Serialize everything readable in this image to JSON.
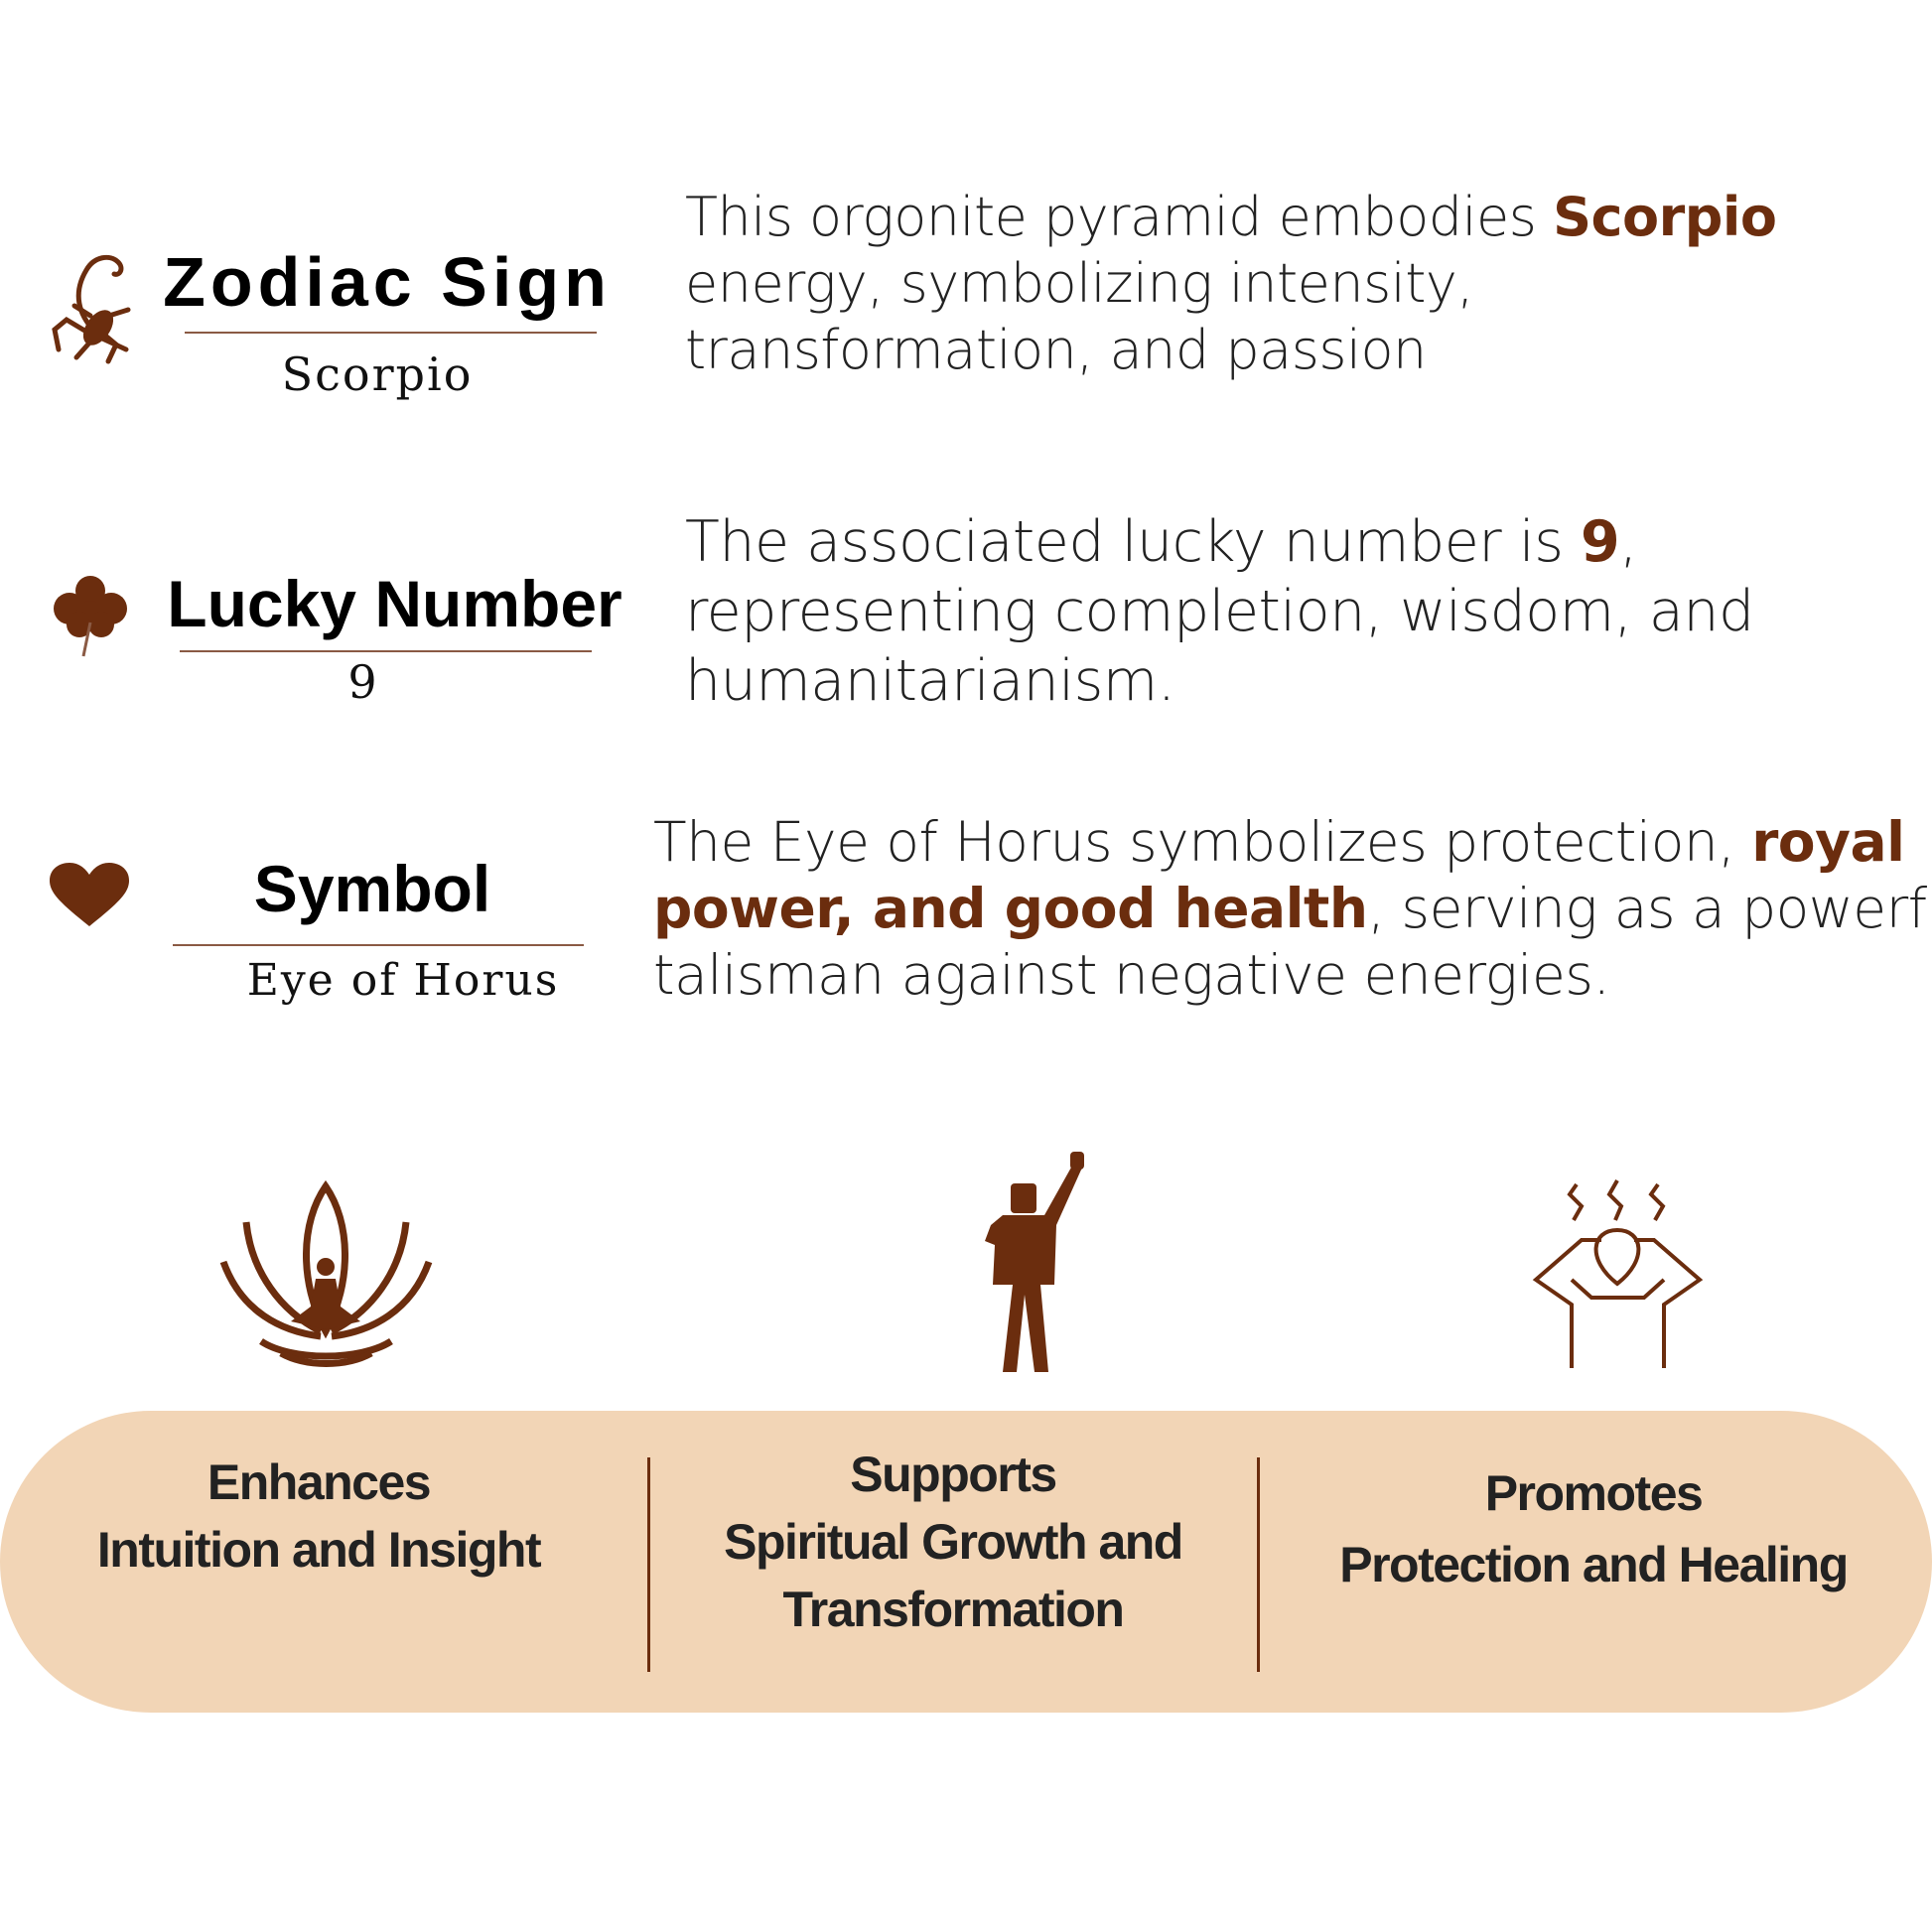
{
  "accent_color": "#6b2d0e",
  "pill_color": "#f2d5b6",
  "attributes": [
    {
      "icon": "scorpion-icon",
      "title": "Zodiac Sign",
      "value": "Scorpio",
      "description": {
        "line1_pre": "This orgonite pyramid embodies ",
        "line1_highlight": "Scorpio",
        "line2": "energy, symbolizing intensity,",
        "line3": "transformation, and passion"
      }
    },
    {
      "icon": "clover-icon",
      "title": "Lucky Number",
      "value": "9",
      "description": {
        "line1_pre": "The associated lucky number is ",
        "line1_highlight": "9",
        "line1_post": ",",
        "line2": "representing completion, wisdom, and",
        "line3": "humanitarianism."
      }
    },
    {
      "icon": "heart-icon",
      "title": "Symbol",
      "value": "Eye of Horus",
      "description": {
        "line1_pre": "The Eye of Horus symbolizes protection, ",
        "line1_highlight": "royal",
        "line2_highlight": "power, and good health",
        "line2_post": ", serving as a powerful",
        "line3": "talisman against negative energies."
      }
    }
  ],
  "benefits": [
    {
      "icon": "lotus-meditation-icon",
      "lines": [
        "Enhances",
        "Intuition and Insight"
      ]
    },
    {
      "icon": "raised-fist-person-icon",
      "lines": [
        "Supports",
        "Spiritual Growth and",
        "Transformation"
      ]
    },
    {
      "icon": "headache-relief-icon",
      "lines": [
        "Promotes",
        "Protection and Healing"
      ]
    }
  ]
}
